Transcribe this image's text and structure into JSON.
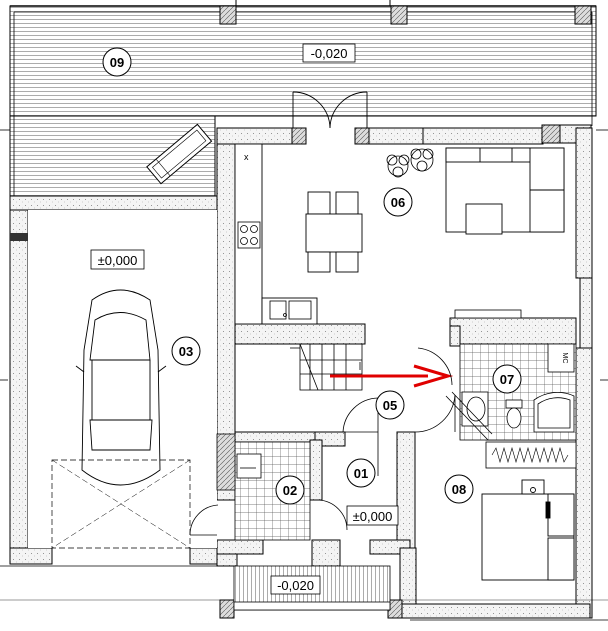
{
  "plan": {
    "rooms": [
      {
        "id": "room-09",
        "number": "09"
      },
      {
        "id": "room-06",
        "number": "06"
      },
      {
        "id": "room-03",
        "number": "03"
      },
      {
        "id": "room-07",
        "number": "07"
      },
      {
        "id": "room-05",
        "number": "05"
      },
      {
        "id": "room-01",
        "number": "01"
      },
      {
        "id": "room-02",
        "number": "02"
      },
      {
        "id": "room-08",
        "number": "08"
      }
    ],
    "levels": {
      "terrace_top": "-0,020",
      "garage": "±0,000",
      "entry": "±0,000",
      "porch": "-0,020"
    },
    "wc_sign": "MC",
    "colors": {
      "wall_fill": "#f2f2f2",
      "line": "#000000",
      "arrow": "#e00000",
      "tile": "#555555"
    }
  }
}
